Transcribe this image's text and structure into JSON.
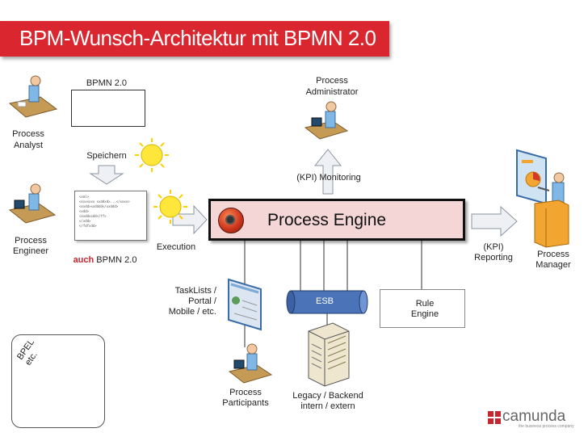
{
  "title": "BPM-Wunsch-Architektur mit BPMN 2.0",
  "engine": {
    "label": "Process Engine"
  },
  "actors": {
    "analyst": [
      "Process",
      "Analyst"
    ],
    "engineer": [
      "Process",
      "Engineer"
    ],
    "administrator": [
      "Process",
      "Administrator"
    ],
    "manager": [
      "Process",
      "Manager"
    ],
    "participants": [
      "Process",
      "Participants"
    ]
  },
  "labels": {
    "bpmn": "BPMN 2.0",
    "speichern": "Speichern",
    "execution": "Execution",
    "auch_bold": "auch",
    "auch_rest": " BPMN 2.0",
    "monitoring": "(KPI) Monitoring",
    "reporting": [
      "(KPI)",
      "Reporting"
    ],
    "tasklists": [
      "TaskLists /",
      "Portal /",
      "Mobile / etc."
    ],
    "esb": "ESB",
    "rule_engine": [
      "Rule",
      "Engine"
    ],
    "legacy": [
      "Legacy / Backend",
      "intern / extern"
    ],
    "bpel": [
      "BPEL",
      "etc."
    ]
  },
  "xml_lines": [
    "<xml>",
    "<xxxxxxx xxddxd>...</xxxx>",
    "<xxdd>xxdddd</xxddd>",
    "<xdd>",
    "  <xxddxxdd</ff>",
    "</xdd>",
    "</fdfxdd>"
  ],
  "logo": {
    "name": "camunda",
    "tagline": "the business process company"
  },
  "colors": {
    "title_bg": "#d9262f",
    "engine_bg": "#f4d6d6",
    "esb": "#4a73b8",
    "logo_red": "#c8262f"
  }
}
